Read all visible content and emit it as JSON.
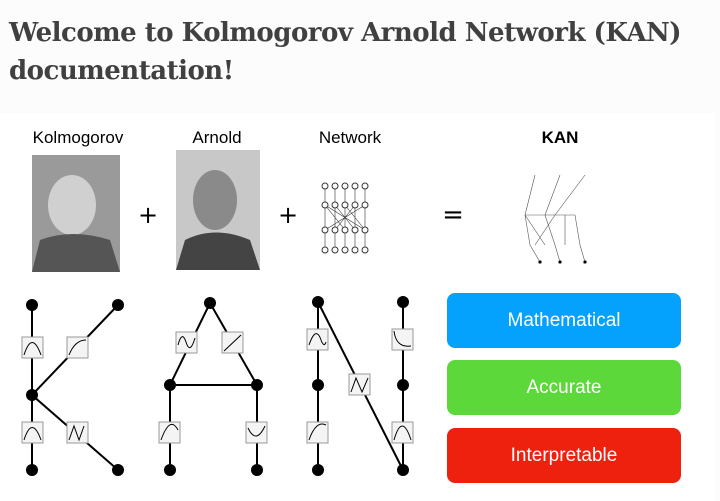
{
  "page_title": "Welcome to Kolmogorov Arnold Network (KAN) documentation!",
  "figure": {
    "labels": {
      "kolmogorov": "Kolmogorov",
      "arnold": "Arnold",
      "network": "Network",
      "kan": "KAN"
    },
    "operators": {
      "plus1": "+",
      "plus2": "+",
      "equals": "="
    },
    "badges": [
      {
        "label": "Mathematical",
        "color": "#04a2fc"
      },
      {
        "label": "Accurate",
        "color": "#5cd83a"
      },
      {
        "label": "Interpretable",
        "color": "#ee200e"
      }
    ]
  }
}
